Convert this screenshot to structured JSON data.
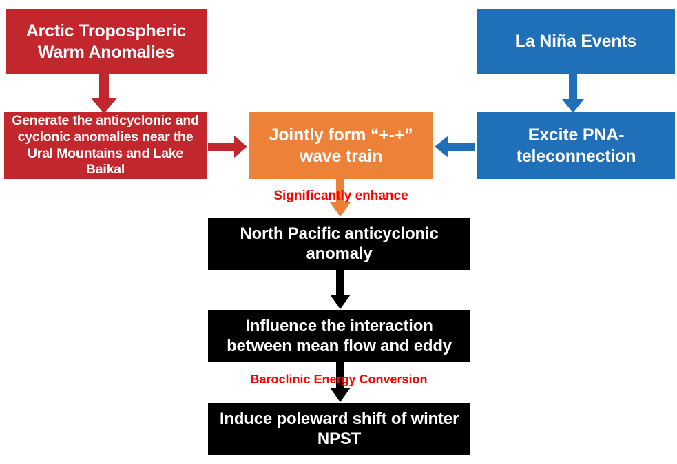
{
  "diagram": {
    "title": "Mechanism flowchart linking Arctic warm anomalies and La Nina to winter NPST shift",
    "colors": {
      "red": "#C1272D",
      "blue": "#1F70B8",
      "orange": "#ED8137",
      "black": "#000000",
      "label_red": "#FF0000",
      "text": "#FFFFFF",
      "background": "#FFFFFF"
    },
    "nodes": {
      "arctic": "Arctic Tropospheric Warm Anomalies",
      "generate": "Generate the anticyclonic and cyclonic anomalies near the Ural Mountains and Lake Baikal",
      "lanina": "La Niña Events",
      "pna": "Excite PNA-teleconnection",
      "wavetrain": "Jointly form “+-+” wave train",
      "np_anticyclone": "North Pacific anticyclonic anomaly",
      "meanflow": "Influence the interaction between mean flow and eddy",
      "npst": "Induce poleward shift of winter NPST"
    },
    "edge_labels": {
      "enhance": "Significantly enhance",
      "baroclinic": "Baroclinic Energy Conversion"
    },
    "arrows": [
      {
        "name": "arctic-to-generate",
        "direction": "down",
        "color": "#C1272D"
      },
      {
        "name": "lanina-to-pna",
        "direction": "down",
        "color": "#1F70B8"
      },
      {
        "name": "generate-to-wavetrain",
        "direction": "right",
        "color": "#C1272D"
      },
      {
        "name": "pna-to-wavetrain",
        "direction": "left",
        "color": "#1F70B8"
      },
      {
        "name": "wavetrain-to-np-anticyclone",
        "direction": "down",
        "color": "#ED8137"
      },
      {
        "name": "np-anticyclone-to-meanflow",
        "direction": "down",
        "color": "#000000"
      },
      {
        "name": "meanflow-to-npst",
        "direction": "down",
        "color": "#000000"
      }
    ]
  }
}
